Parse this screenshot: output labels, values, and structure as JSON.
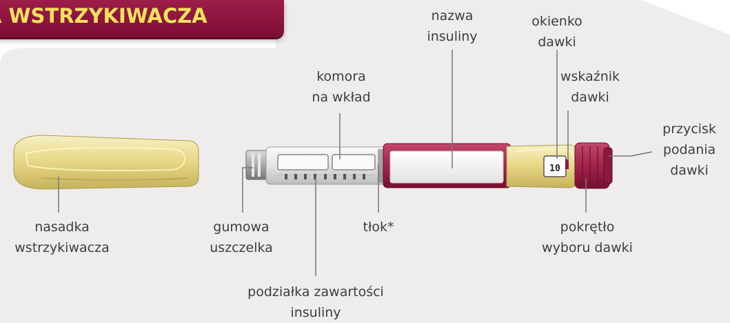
{
  "header": {
    "title": "A WSTRZYKIWACZA"
  },
  "labels": {
    "cap": [
      "nasadka",
      "wstrzykiwacza"
    ],
    "seal": [
      "gumowa",
      "uszczelka"
    ],
    "scale": [
      "podziałka zawartości",
      "insuliny"
    ],
    "cartridge_holder": [
      "komora",
      "na wkład"
    ],
    "plunger": [
      "tłok*"
    ],
    "insulin_name": [
      "nazwa",
      "insuliny"
    ],
    "dose_window": [
      "okienko",
      "dawki"
    ],
    "dose_pointer": [
      "wskaźnik",
      "dawki"
    ],
    "push_button": [
      "przycisk",
      "podania",
      "dawki"
    ],
    "dose_selector": [
      "pokrętło",
      "wyboru dawki"
    ]
  },
  "dose_display": "10",
  "colors": {
    "banner": "#8b1540",
    "banner_text": "#f3e25a",
    "pen_yellow": "#e9df8f",
    "pen_maroon": "#a8244c",
    "background_shape": "#efedec",
    "label_text": "#3d3d3d",
    "leader_line": "#777777"
  }
}
